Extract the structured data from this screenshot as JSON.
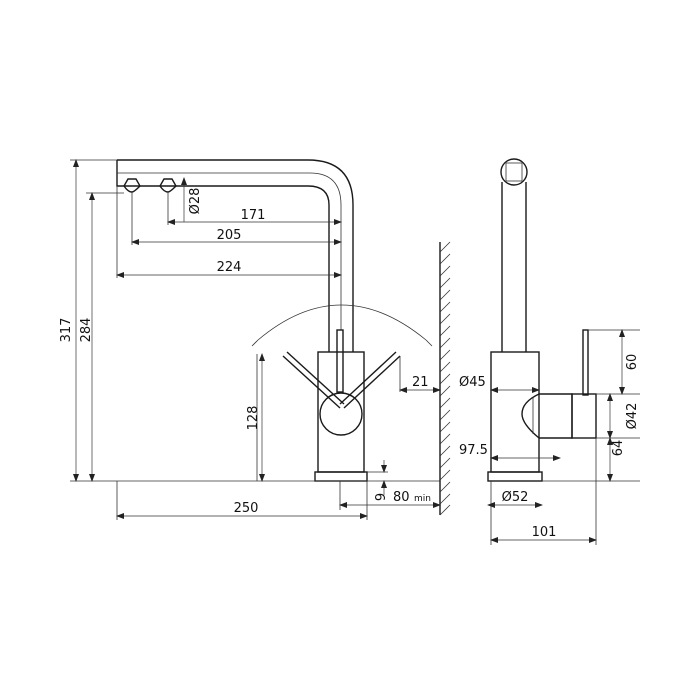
{
  "front_view": {
    "dim_total_height": "317",
    "dim_spout_height": "284",
    "dim_aerator_dia": "Ø28",
    "dim_171": "171",
    "dim_205": "205",
    "dim_224": "224",
    "dim_body_height": "128",
    "dim_21": "21",
    "dim_9": "9",
    "dim_80": "80",
    "dim_80_suffix": "min",
    "dim_width": "250"
  },
  "side_view": {
    "dim_body_dia": "Ø45",
    "dim_handle_dia": "Ø42",
    "dim_60": "60",
    "dim_64": "64",
    "dim_97_5": "97.5",
    "dim_base_dia": "Ø52",
    "dim_depth": "101"
  },
  "colors": {
    "line": "#1a1a1a",
    "background": "#ffffff"
  }
}
